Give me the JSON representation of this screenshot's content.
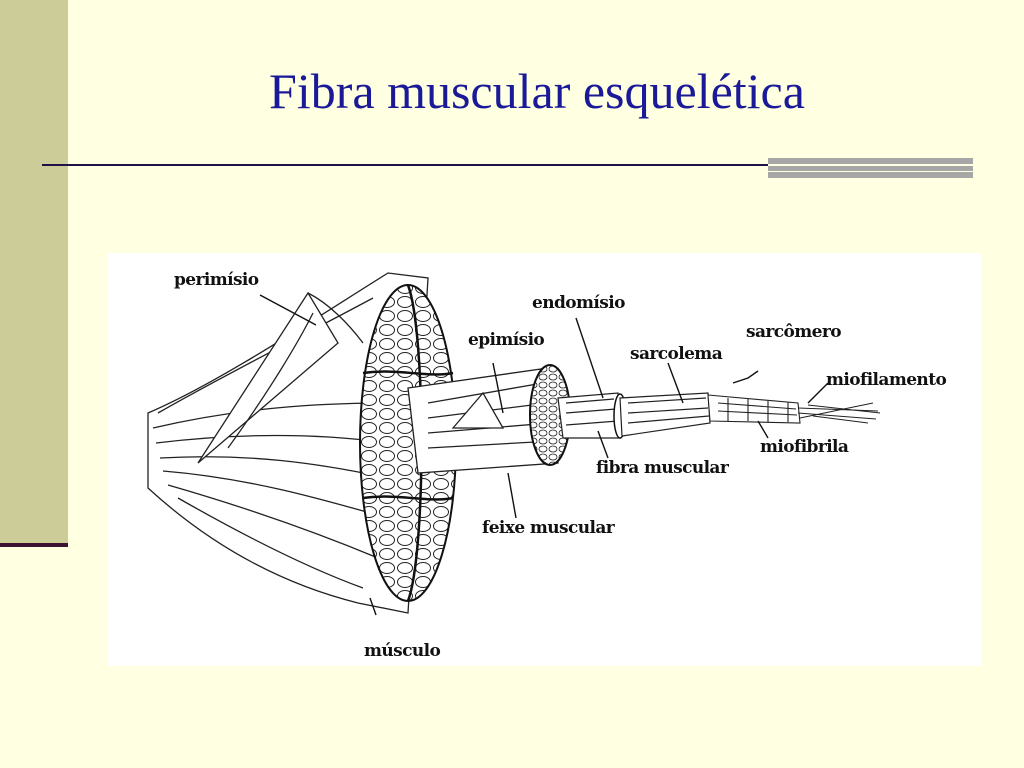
{
  "slide": {
    "title": "Fibra muscular esquelética"
  },
  "diagram": {
    "labels": {
      "perimisio": "perimísio",
      "endomisio": "endomísio",
      "epimisio": "epimísio",
      "sarcomero": "sarcômero",
      "sarcolema": "sarcolema",
      "miofilamento": "miofilamento",
      "miofibrila": "miofibrila",
      "fibra_muscular": "fibra muscular",
      "feixe_muscular": "feixe muscular",
      "musculo": "músculo"
    }
  },
  "colors": {
    "background": "#FFFFE1",
    "side_bar": "#CCCC99",
    "title": "#1A1A99",
    "rule": "#1F1046",
    "rule_accent": "#A6A6A6"
  }
}
